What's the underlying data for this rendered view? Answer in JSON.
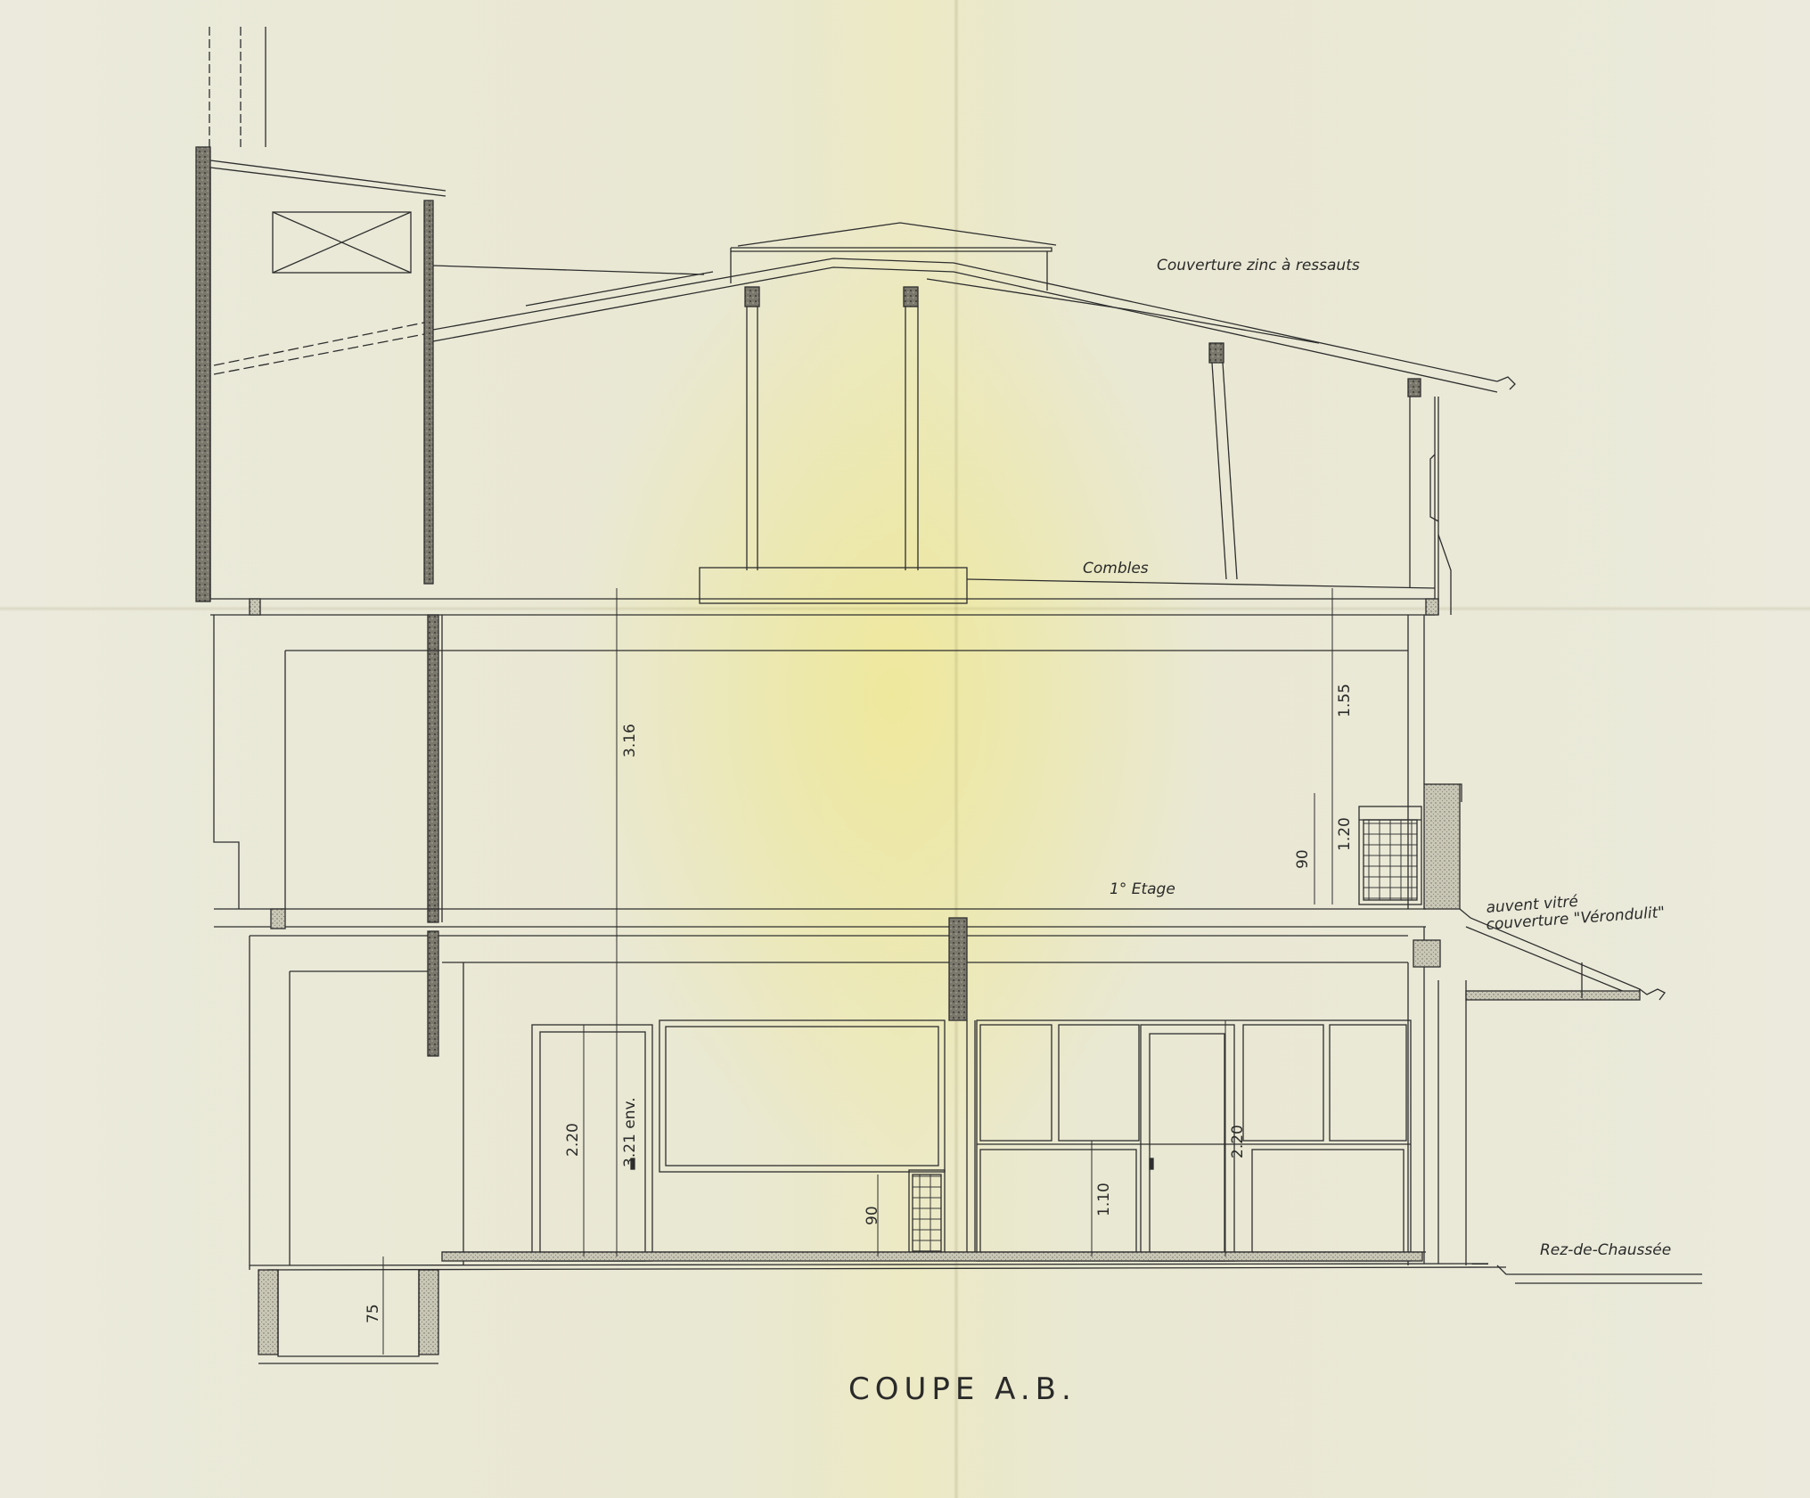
{
  "title": "COUPE A.B.",
  "annotations": {
    "roof": "Couverture zinc à ressauts",
    "attic": "Combles",
    "first_floor": "1° Etage",
    "ground_floor": "Rez-de-Chaussée",
    "canopy_line1": "auvent vitré",
    "canopy_line2": "couverture \"Vérondulit\""
  },
  "dimensions": {
    "floor_height": "3.16",
    "upper_window": "1.55",
    "upper_sill_a": "1.20",
    "upper_sill_b": "90",
    "door_left": "2.20",
    "height_ground": "3.21 env.",
    "lower_sill": "90",
    "shop_sill": "1.10",
    "door_right": "2.20",
    "foundation": "75"
  },
  "colors": {
    "paper": "#ecebd9",
    "ink": "#2a2a2a"
  }
}
